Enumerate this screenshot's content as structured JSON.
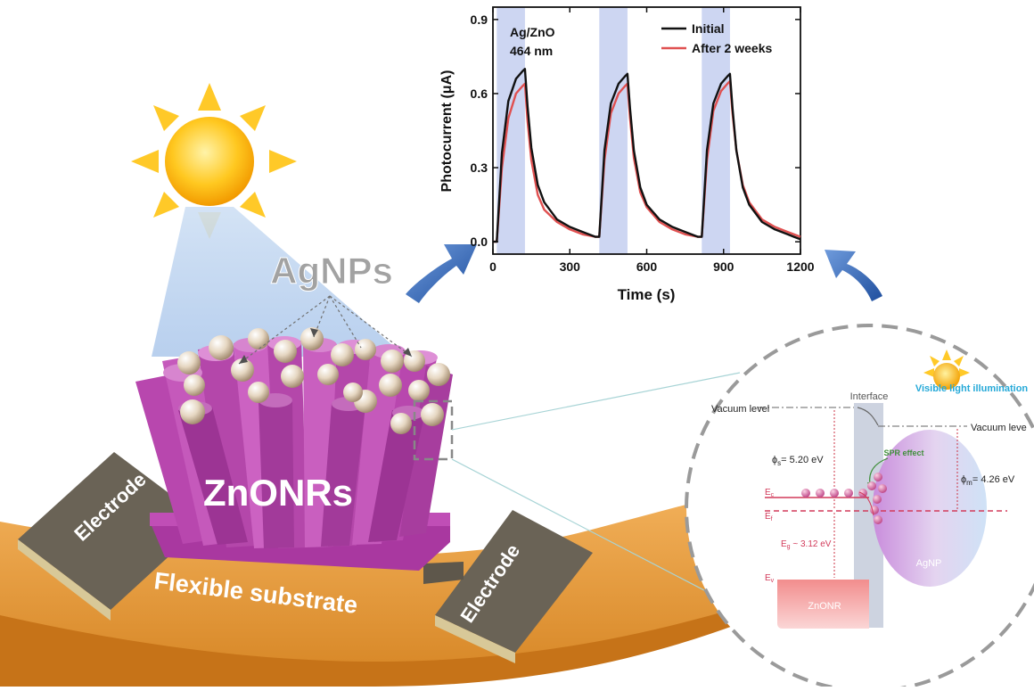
{
  "labels": {
    "agnps": "AgNPs",
    "znonrs": "ZnONRs",
    "electrode_left": "Electrode",
    "electrode_right": "Electrode",
    "substrate": "Flexible substrate"
  },
  "chart_data": {
    "type": "line",
    "title": "",
    "annotation_line1": "Ag/ZnO",
    "annotation_line2": "464 nm",
    "xlabel": "Time (s)",
    "ylabel": "Photocurrent (μA)",
    "xlim": [
      0,
      1200
    ],
    "ylim": [
      -0.05,
      0.95
    ],
    "xticks": [
      "0",
      "300",
      "600",
      "900",
      "1200"
    ],
    "yticks": [
      "0.0",
      "0.3",
      "0.6",
      "0.9"
    ],
    "xtick_values": [
      0,
      300,
      600,
      900,
      1200
    ],
    "ytick_values": [
      0.0,
      0.3,
      0.6,
      0.9
    ],
    "grid": false,
    "legend_position": "top-right",
    "illumination_windows": [
      [
        15,
        125
      ],
      [
        415,
        525
      ],
      [
        815,
        925
      ]
    ],
    "series": [
      {
        "name": "Initial",
        "color": "#111111",
        "x": [
          0,
          15,
          35,
          60,
          90,
          115,
          125,
          135,
          150,
          175,
          200,
          250,
          300,
          350,
          400,
          415,
          435,
          460,
          490,
          515,
          525,
          535,
          550,
          575,
          600,
          650,
          700,
          750,
          800,
          815,
          835,
          860,
          890,
          915,
          925,
          935,
          950,
          975,
          1000,
          1050,
          1100,
          1150,
          1200
        ],
        "y": [
          0.0,
          0.0,
          0.36,
          0.57,
          0.66,
          0.69,
          0.7,
          0.55,
          0.38,
          0.23,
          0.16,
          0.09,
          0.06,
          0.04,
          0.02,
          0.02,
          0.37,
          0.56,
          0.64,
          0.67,
          0.68,
          0.54,
          0.37,
          0.22,
          0.15,
          0.09,
          0.06,
          0.04,
          0.02,
          0.02,
          0.37,
          0.56,
          0.64,
          0.67,
          0.68,
          0.54,
          0.37,
          0.22,
          0.15,
          0.08,
          0.05,
          0.03,
          0.01
        ]
      },
      {
        "name": "After 2 weeks",
        "color": "#e05050",
        "x": [
          0,
          15,
          35,
          60,
          90,
          115,
          125,
          135,
          150,
          175,
          200,
          250,
          300,
          350,
          400,
          415,
          435,
          460,
          490,
          515,
          525,
          535,
          550,
          575,
          600,
          650,
          700,
          750,
          800,
          815,
          835,
          860,
          890,
          915,
          925,
          935,
          950,
          975,
          1000,
          1050,
          1100,
          1150,
          1200
        ],
        "y": [
          0.0,
          0.0,
          0.3,
          0.5,
          0.6,
          0.63,
          0.64,
          0.49,
          0.33,
          0.19,
          0.13,
          0.08,
          0.05,
          0.03,
          0.02,
          0.02,
          0.33,
          0.52,
          0.6,
          0.63,
          0.64,
          0.5,
          0.34,
          0.2,
          0.14,
          0.08,
          0.05,
          0.03,
          0.02,
          0.02,
          0.33,
          0.53,
          0.61,
          0.64,
          0.65,
          0.52,
          0.37,
          0.23,
          0.16,
          0.09,
          0.06,
          0.04,
          0.02
        ]
      }
    ]
  },
  "band_diagram": {
    "title": "Visible light illumination",
    "interface": "Interface",
    "vacuum_left": "Vacuum level",
    "vacuum_right": "Vacuum leve",
    "phi_s_symbol": "ϕ",
    "phi_s_sub": "s",
    "phi_s_value": "= 5.20 eV",
    "phi_m_symbol": "ϕ",
    "phi_m_sub": "m",
    "phi_m_value": "= 4.26 eV",
    "spr": "SPR effect",
    "ec": "E",
    "ec_sub": "c",
    "ef": "E",
    "ef_sub": "f",
    "ev": "E",
    "ev_sub": "v",
    "eg_symbol": "E",
    "eg_sub": "g",
    "eg_value": " ~ 3.12 eV",
    "agnp": "AgNP",
    "znonr": "ZnONR"
  }
}
